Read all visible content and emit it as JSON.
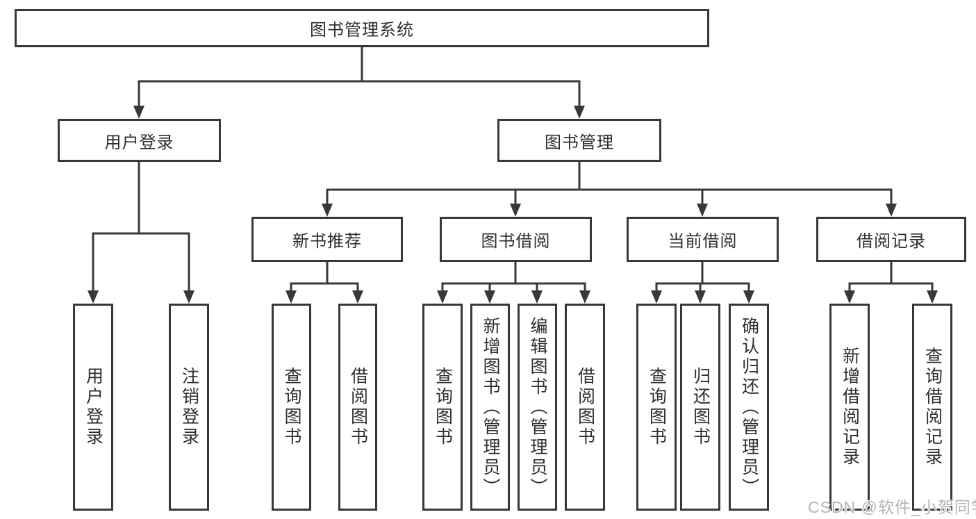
{
  "diagram": {
    "title_node": {
      "label": "图书管理系统"
    },
    "level2": [
      {
        "label": "用户登录"
      },
      {
        "label": "图书管理"
      }
    ],
    "level3": [
      {
        "label": "新书推荐"
      },
      {
        "label": "图书借阅"
      },
      {
        "label": "当前借阅"
      },
      {
        "label": "借阅记录"
      }
    ],
    "leaves": {
      "user_login": [
        "用户登录",
        "注销登录"
      ],
      "new_book_recommend": [
        "查询图书",
        "借阅图书"
      ],
      "book_borrow": [
        "查询图书",
        "新增图书（管理员）",
        "编辑图书（管理员）",
        "借阅图书"
      ],
      "current_borrow": [
        "查询图书",
        "归还图书",
        "确认归还（管理员）"
      ],
      "borrow_records": [
        "新增借阅记录",
        "查询借阅记录"
      ]
    }
  },
  "watermark": {
    "text": "CSDN @软件_小贺同学"
  },
  "colors": {
    "line": "#383838",
    "text": "#2e2e2e",
    "watermark": "#b3b3b3",
    "background": "#ffffff"
  }
}
